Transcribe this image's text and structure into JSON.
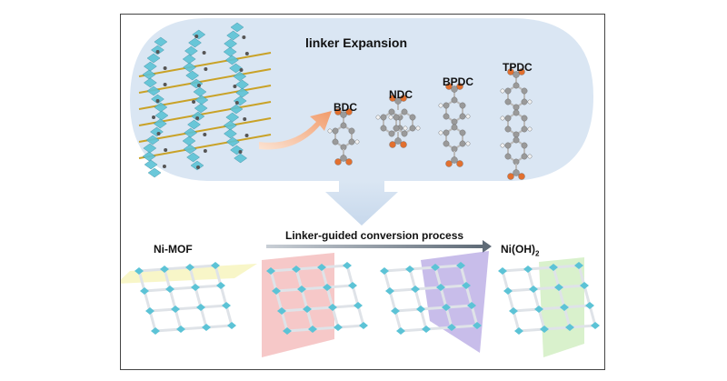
{
  "figure": {
    "top_title": "linker Expansion",
    "linkers": [
      {
        "label": "BDC"
      },
      {
        "label": "NDC"
      },
      {
        "label": "BPDC"
      },
      {
        "label": "TPDC"
      }
    ],
    "bottom": {
      "left_label": "Ni-MOF",
      "process_label": "Linker-guided conversion process",
      "right_label_main": "Ni(OH)",
      "right_label_sub": "2"
    }
  },
  "colors": {
    "panel_fill": "#dae6f3",
    "process_arrow": "#5f6b77",
    "curved_arrow": "#f3b08c",
    "node_blue": "#5cc3d6",
    "atom_carbon": "#9a9a9a",
    "atom_oxygen": "#e2702f",
    "plane_yellow": "#f3ef9a",
    "plane_red": "#ef9b9b",
    "plane_purple": "#9a86d8",
    "plane_green": "#b9e6a2"
  }
}
